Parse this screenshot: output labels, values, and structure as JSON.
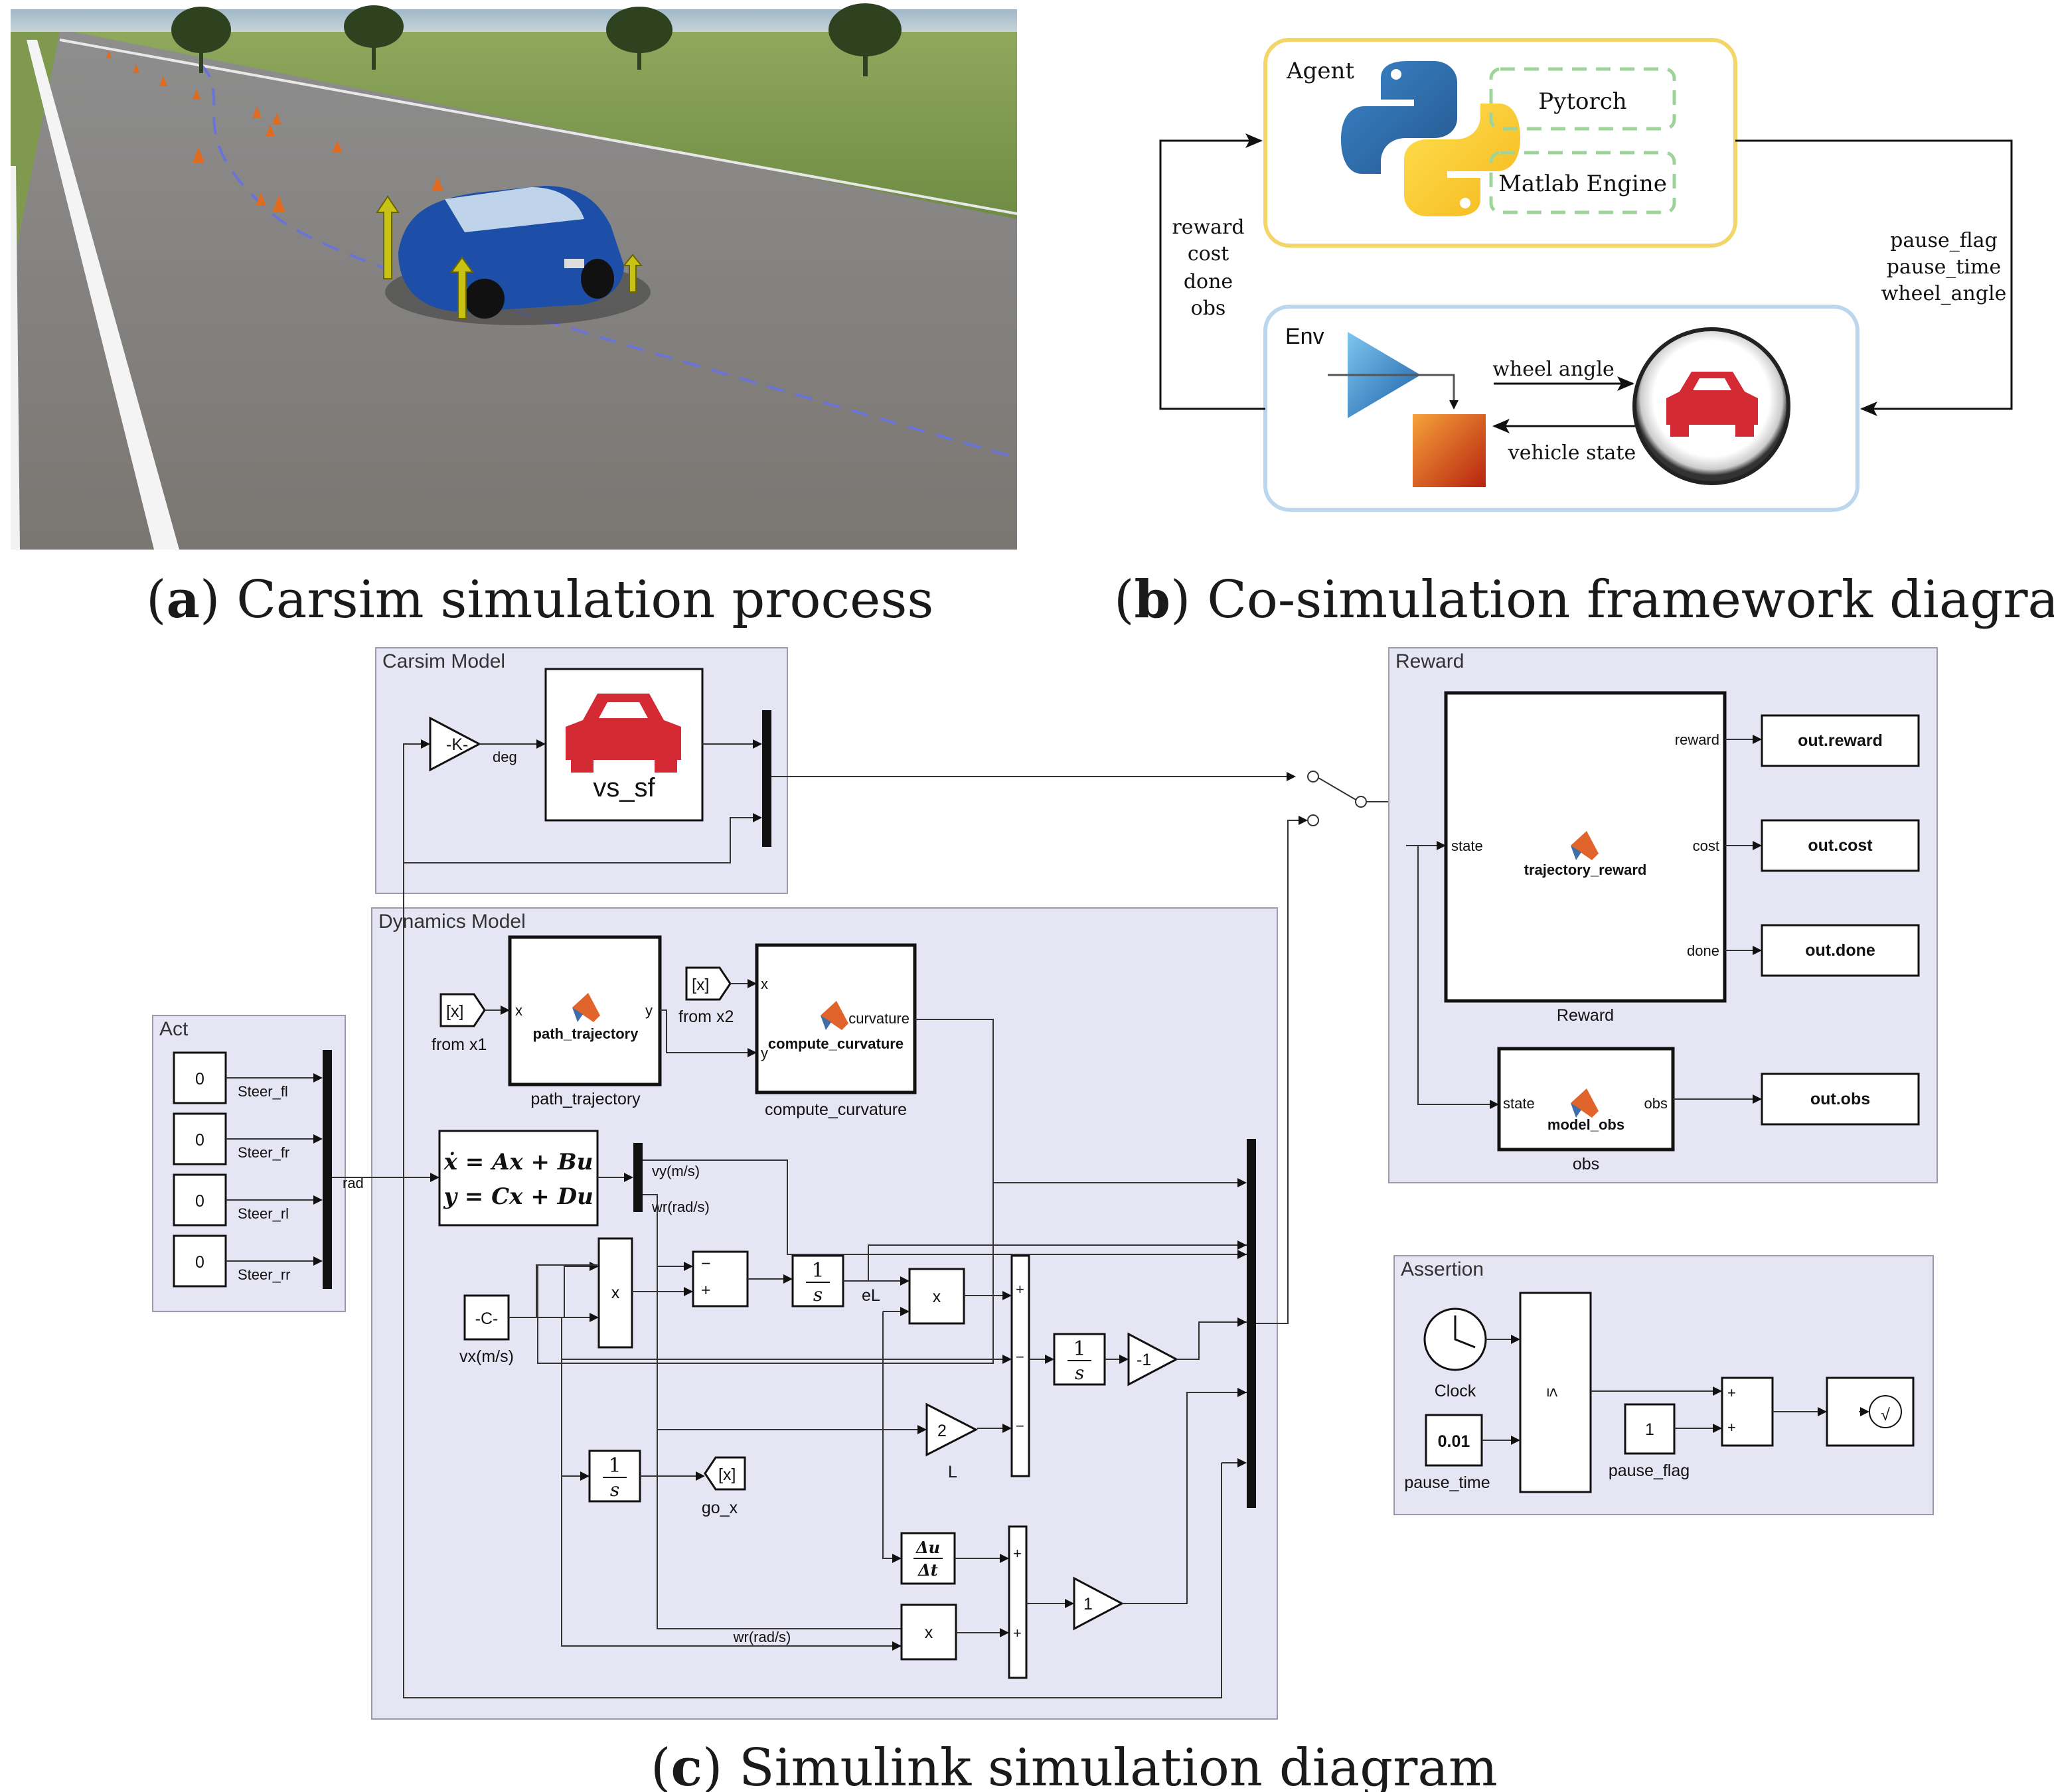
{
  "captions": {
    "a": {
      "letter": "a",
      "text": " Carsim simulation process"
    },
    "b": {
      "letter": "b",
      "text": " Co-simulation framework diagram"
    },
    "c": {
      "letter": "c",
      "text": " Simulink simulation diagram"
    }
  },
  "framework": {
    "agent_label": "Agent",
    "pytorch": "Pytorch",
    "matlab_engine": "Matlab Engine",
    "env_label": "Env",
    "wheel_angle": "wheel angle",
    "vehicle_state": "vehicle state",
    "left_signals": [
      "reward",
      "cost",
      "done",
      "obs"
    ],
    "right_signals": [
      "pause_flag",
      "pause_time",
      "wheel_angle"
    ]
  },
  "simulink": {
    "carsim": {
      "title": "Carsim Model",
      "gain": "-K-",
      "deg": "deg",
      "block": "vs_sf"
    },
    "reward": {
      "title": "Reward",
      "block": "trajectory_reward",
      "block_caption": "Reward",
      "in_port": "state",
      "out_ports": [
        "reward",
        "cost",
        "done"
      ],
      "outputs": [
        "out.reward",
        "out.cost",
        "out.done",
        "out.obs"
      ],
      "obs_block": "model_obs",
      "obs_caption": "obs",
      "obs_in": "state",
      "obs_out": "obs"
    },
    "dynamics": {
      "title": "Dynamics Model",
      "from_x1_tag": "[x]",
      "from_x1": "from x1",
      "from_x2_tag": "[x]",
      "from_x2": "from x2",
      "path_block": "path_trajectory",
      "path_caption": "path_trajectory",
      "path_in": "x",
      "path_out": "y",
      "curv_block": "compute_curvature",
      "curv_caption": "compute_curvature",
      "curv_in_x": "x",
      "curv_in_y": "y",
      "curv_out": "curvature",
      "ss_line1": "ẋ = Ax + Bu",
      "ss_line2": "y = Cx + Du",
      "vy": "vy(m/s)",
      "wr": "wr(rad/s)",
      "const_c": "-C-",
      "vx": "vx(m/s)",
      "mult": "x",
      "minus": "−",
      "plus": "+",
      "int_num": "1",
      "int_den": "s",
      "eL": "eL",
      "neg1": "-1",
      "gain_L": "2",
      "L": "L",
      "goto_tag": "[x]",
      "go_x": "go_x",
      "du_num": "Δu",
      "du_den": "Δt",
      "gain1": "1",
      "wr2": "wr(rad/s)"
    },
    "act": {
      "title": "Act",
      "values": [
        "0",
        "0",
        "0",
        "0"
      ],
      "labels": [
        "Steer_fl",
        "Steer_fr",
        "Steer_rl",
        "Steer_rr"
      ],
      "rad": "rad"
    },
    "assertion": {
      "title": "Assertion",
      "clock": "Clock",
      "pause_time_value": "0.01",
      "pause_time": "pause_time",
      "compare": "≤",
      "pause_flag_value": "1",
      "pause_flag": "pause_flag",
      "check": "√"
    }
  },
  "colors": {
    "panel_bg": "#e6e5f3",
    "agent_border": "#f3d66a",
    "env_border": "#bcd6ee",
    "dashed": "#9fd39a",
    "car_red": "#d42a33",
    "car_blue": "#1d4fa8"
  }
}
